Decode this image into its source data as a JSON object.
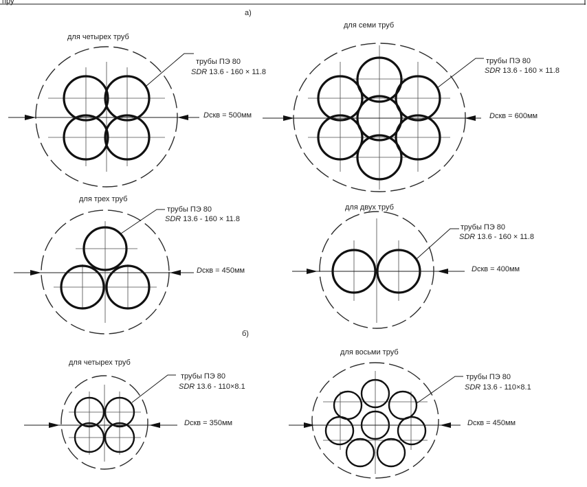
{
  "header_fragment": "пру",
  "sections": {
    "a": "а)",
    "b": "б)"
  },
  "layouts": [
    {
      "title": "для  четырех труб",
      "pipe_label": "трубы ПЭ 80",
      "sdr_prefix": "SDR",
      "sdr_rest": " 13.6 - 160 × 11.8",
      "d_prefix": "D",
      "d_rest": "скв = 500мм"
    },
    {
      "title": "для семи труб",
      "pipe_label": "трубы ПЭ 80",
      "sdr_prefix": "SDR",
      "sdr_rest": " 13.6 - 160 × 11.8",
      "d_prefix": "D",
      "d_rest": "скв = 600мм"
    },
    {
      "title": "для трех труб",
      "pipe_label": "трубы ПЭ 80",
      "sdr_prefix": "SDR",
      "sdr_rest": " 13.6 - 160 × 11.8",
      "d_prefix": "D",
      "d_rest": "скв = 450мм"
    },
    {
      "title": "для двух труб",
      "pipe_label": "трубы ПЭ 80",
      "sdr_prefix": "SDR",
      "sdr_rest": " 13.6 - 160 × 11.8",
      "d_prefix": "D",
      "d_rest": "скв = 400мм"
    },
    {
      "title": "для  четырех труб",
      "pipe_label": "трубы ПЭ 80",
      "sdr_prefix": "SDR",
      "sdr_rest": " 13.6 - 110×8.1",
      "d_prefix": "D",
      "d_rest": "скв = 350мм"
    },
    {
      "title": "для  восьми труб",
      "pipe_label": "трубы ПЭ 80",
      "sdr_prefix": "SDR",
      "sdr_rest": " 13.6 - 110×8.1",
      "d_prefix": "D",
      "d_rest": "скв = 450мм"
    }
  ]
}
